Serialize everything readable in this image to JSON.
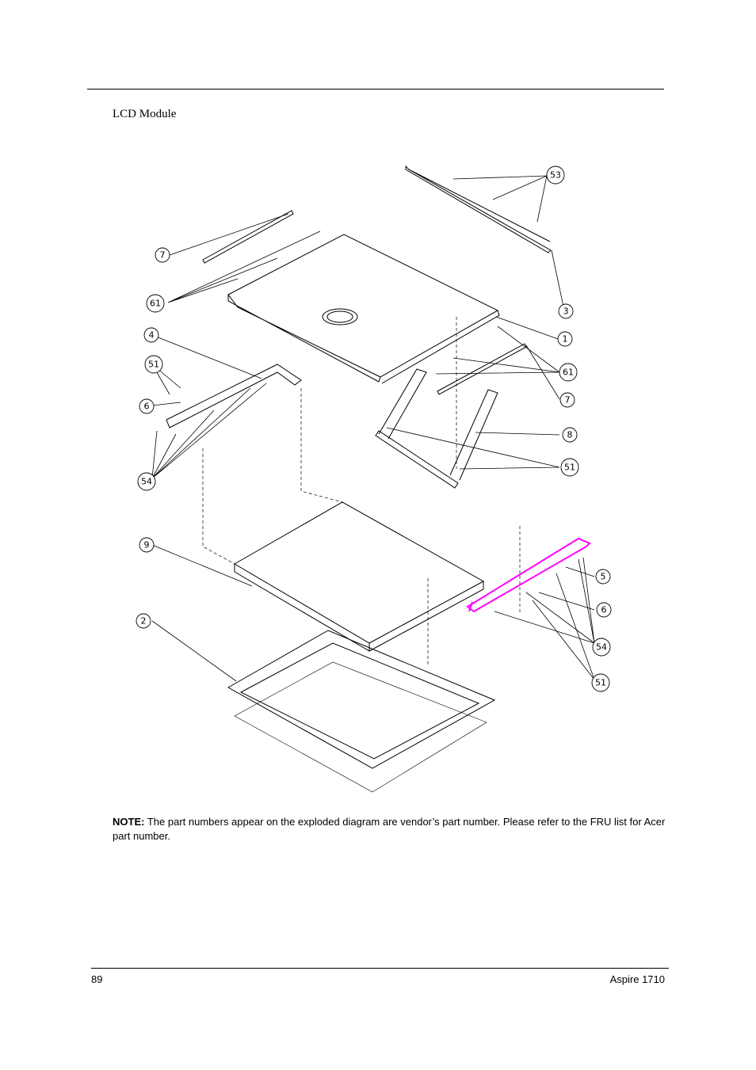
{
  "section_title": "LCD Module",
  "diagram": {
    "callouts": [
      {
        "id": "53",
        "label": "53"
      },
      {
        "id": "7a",
        "label": "7"
      },
      {
        "id": "61a",
        "label": "61"
      },
      {
        "id": "3",
        "label": "3"
      },
      {
        "id": "1",
        "label": "1"
      },
      {
        "id": "4",
        "label": "4"
      },
      {
        "id": "51a",
        "label": "51"
      },
      {
        "id": "61b",
        "label": "61"
      },
      {
        "id": "6a",
        "label": "6"
      },
      {
        "id": "7b",
        "label": "7"
      },
      {
        "id": "8",
        "label": "8"
      },
      {
        "id": "54a",
        "label": "54"
      },
      {
        "id": "51b",
        "label": "51"
      },
      {
        "id": "9",
        "label": "9"
      },
      {
        "id": "5",
        "label": "5"
      },
      {
        "id": "6b",
        "label": "6"
      },
      {
        "id": "2",
        "label": "2"
      },
      {
        "id": "54b",
        "label": "54"
      },
      {
        "id": "51c",
        "label": "51"
      }
    ],
    "highlight_color": "#ff00ff",
    "line_color": "#000000"
  },
  "note": {
    "label": "NOTE:",
    "text": "The part numbers appear on the exploded diagram are vendor’s part number. Please refer to the FRU list for Acer part number."
  },
  "footer": {
    "page_number": "89",
    "doc_title": "Aspire 1710"
  }
}
